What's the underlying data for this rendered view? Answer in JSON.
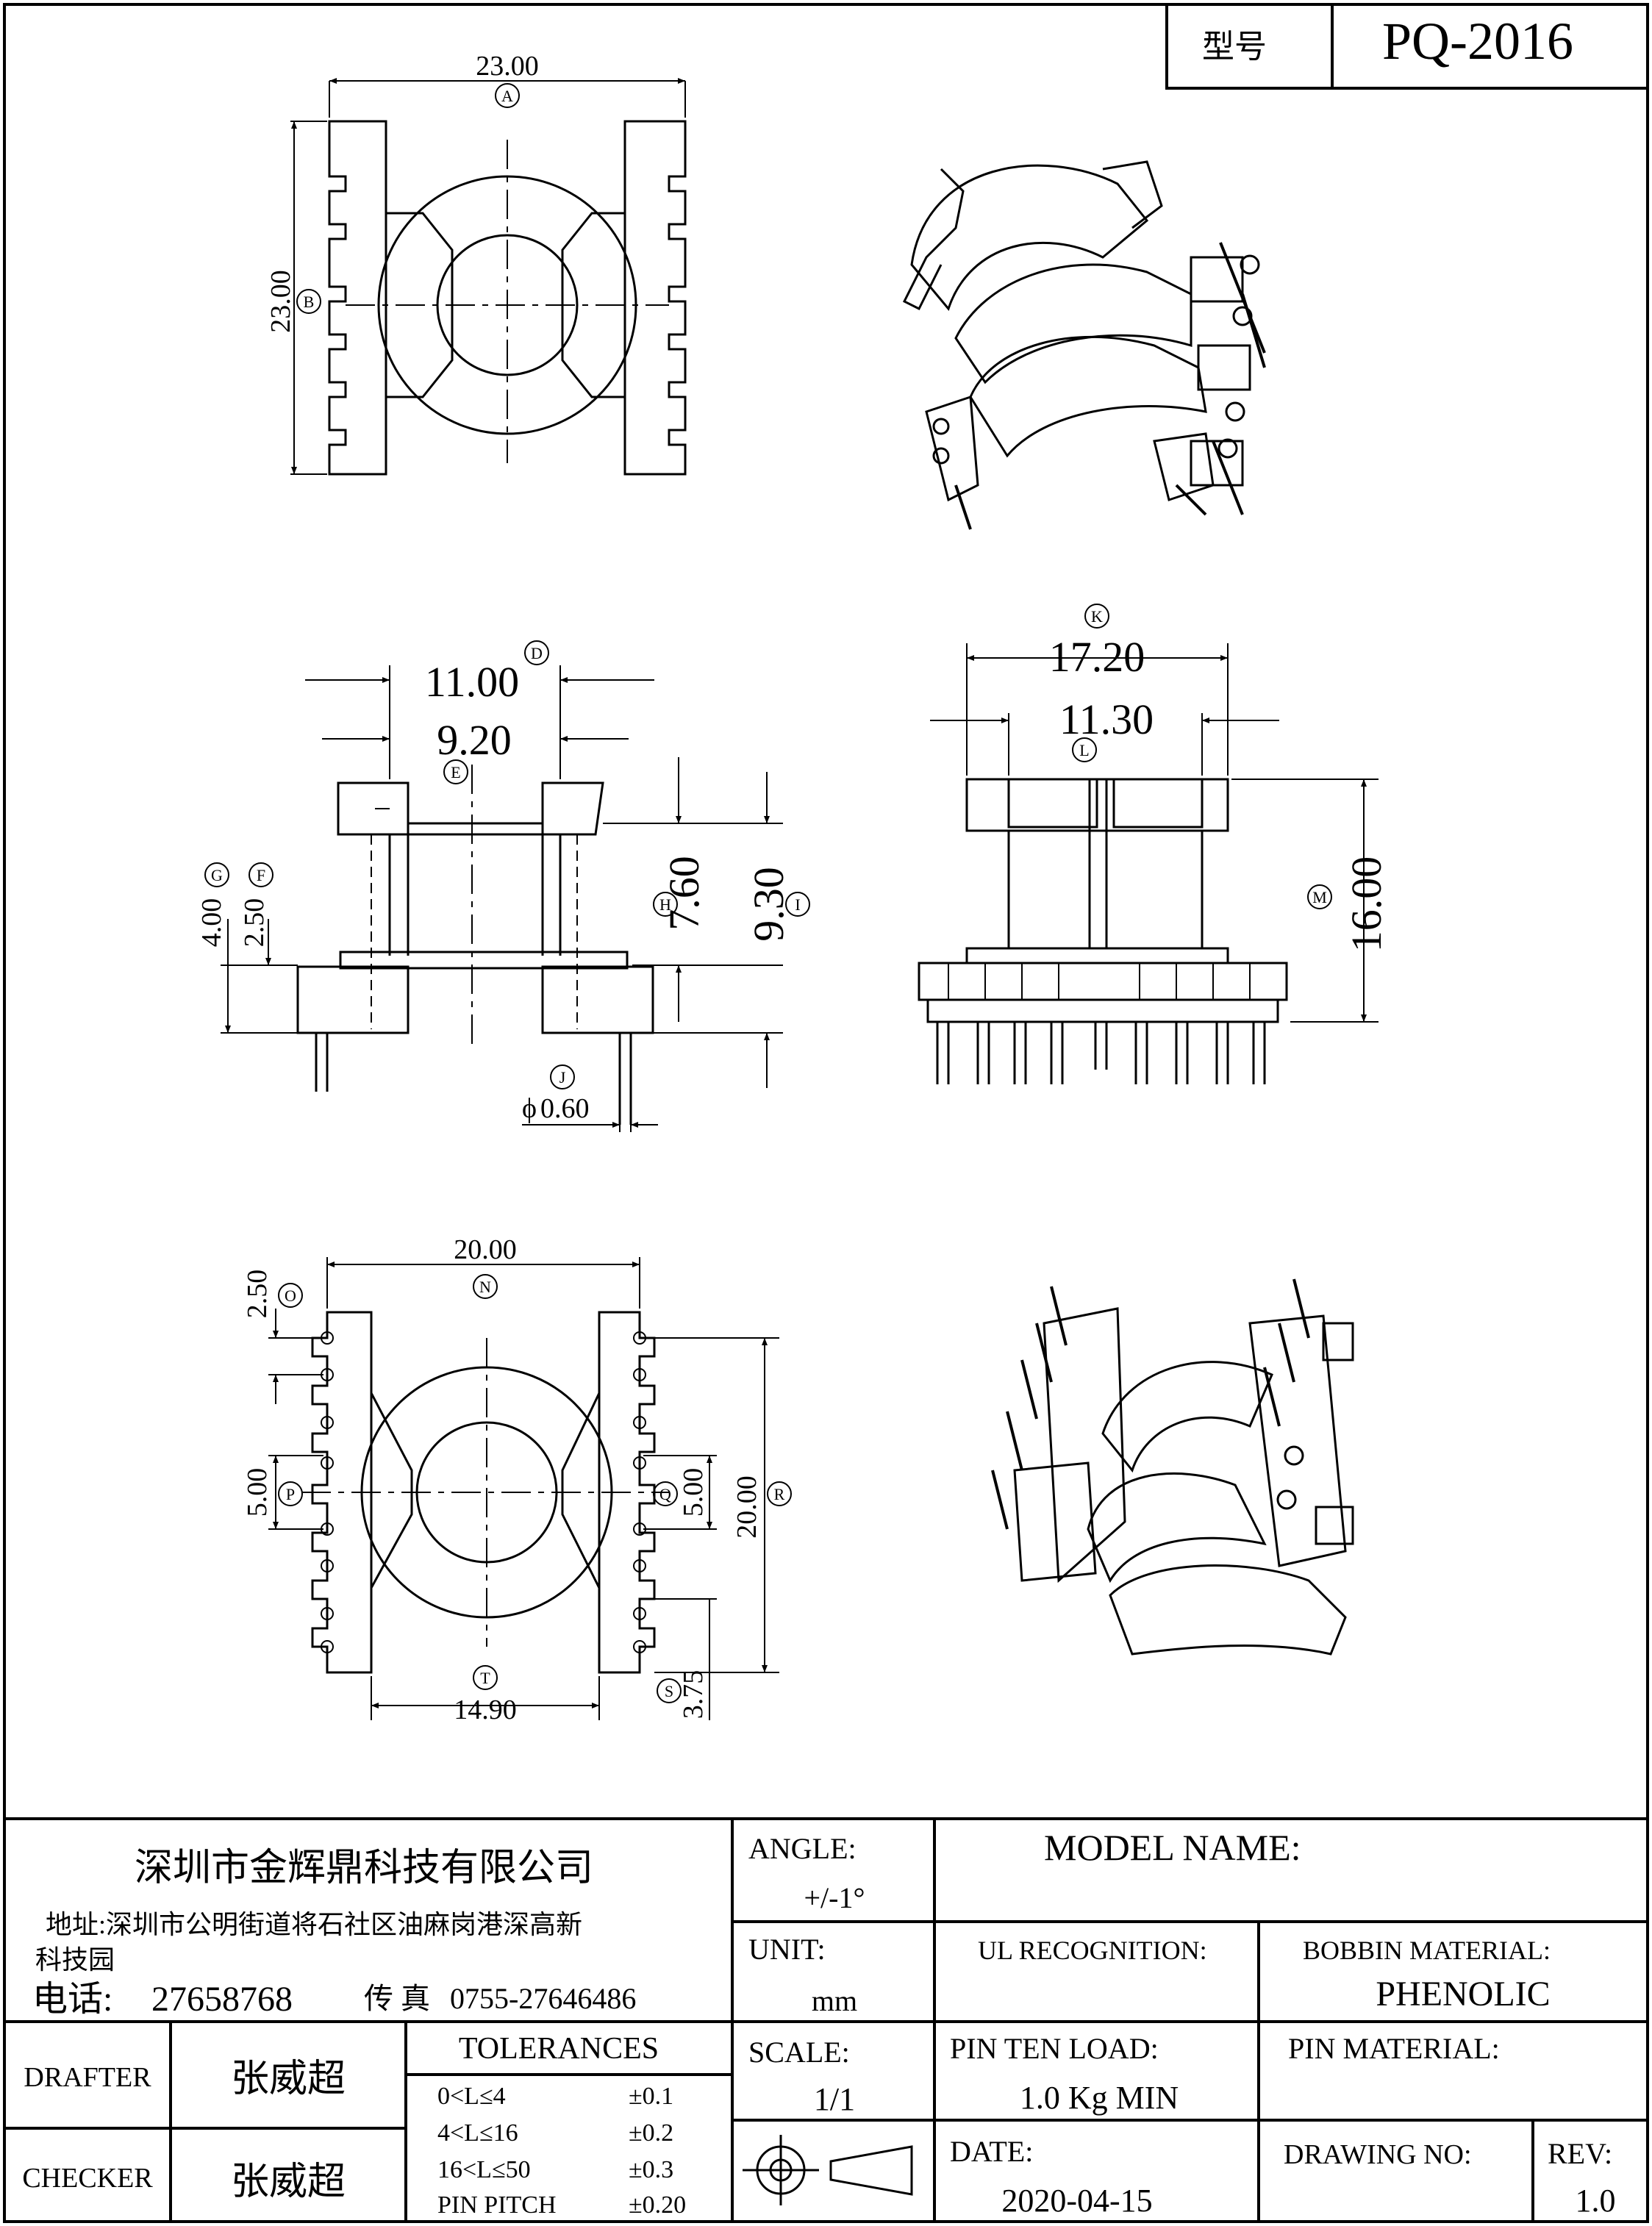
{
  "title_block": {
    "model_label": "型号",
    "model_value": "PQ-2016",
    "company": "深圳市金辉鼎科技有限公司",
    "address_line1": "地址:深圳市公明街道将石社区油麻岗港深高新",
    "address_line2": "科技园",
    "phone_label": "电话:",
    "phone": "27658768",
    "fax_label": "传 真",
    "fax": "0755-27646486",
    "angle_label": "ANGLE:",
    "angle_value": "+/-1°",
    "unit_label": "UNIT:",
    "unit_value": "mm",
    "scale_label": "SCALE:",
    "scale_value": "1/1",
    "model_name_label": "MODEL NAME:",
    "ul_label": "UL RECOGNITION:",
    "bobbin_material_label": "BOBBIN MATERIAL:",
    "bobbin_material_value": "PHENOLIC",
    "pin_ten_load_label": "PIN TEN LOAD:",
    "pin_ten_load_value": "1.0 Kg MIN",
    "pin_material_label": "PIN MATERIAL:",
    "date_label": "DATE:",
    "date_value": "2020-04-15",
    "drawing_no_label": "DRAWING NO:",
    "rev_label": "REV:",
    "rev_value": "1.0",
    "drafter_label": "DRAFTER",
    "drafter_name": "张威超",
    "checker_label": "CHECKER",
    "checker_name": "张威超",
    "tolerances_label": "TOLERANCES",
    "tolerances": [
      {
        "range": "0<L≤4",
        "value": "±0.1"
      },
      {
        "range": "4<L≤16",
        "value": "±0.2"
      },
      {
        "range": "16<L≤50",
        "value": "±0.3"
      },
      {
        "range": "PIN PITCH",
        "value": "±0.20"
      }
    ]
  },
  "dimensions": {
    "A": "23.00",
    "B": "23.00",
    "D": "11.00",
    "E": "9.20",
    "F": "2.50",
    "G": "4.00",
    "H": "7.60",
    "I": "9.30",
    "J": "0.60",
    "J_prefix": "ϕ",
    "K": "17.20",
    "L": "11.30",
    "M": "16.00",
    "N": "20.00",
    "O": "2.50",
    "P": "5.00",
    "Q": "5.00",
    "R": "20.00",
    "S": "3.75",
    "T": "14.90"
  },
  "callouts": [
    "A",
    "B",
    "D",
    "E",
    "F",
    "G",
    "H",
    "I",
    "J",
    "K",
    "L",
    "M",
    "N",
    "O",
    "P",
    "Q",
    "R",
    "S",
    "T"
  ]
}
